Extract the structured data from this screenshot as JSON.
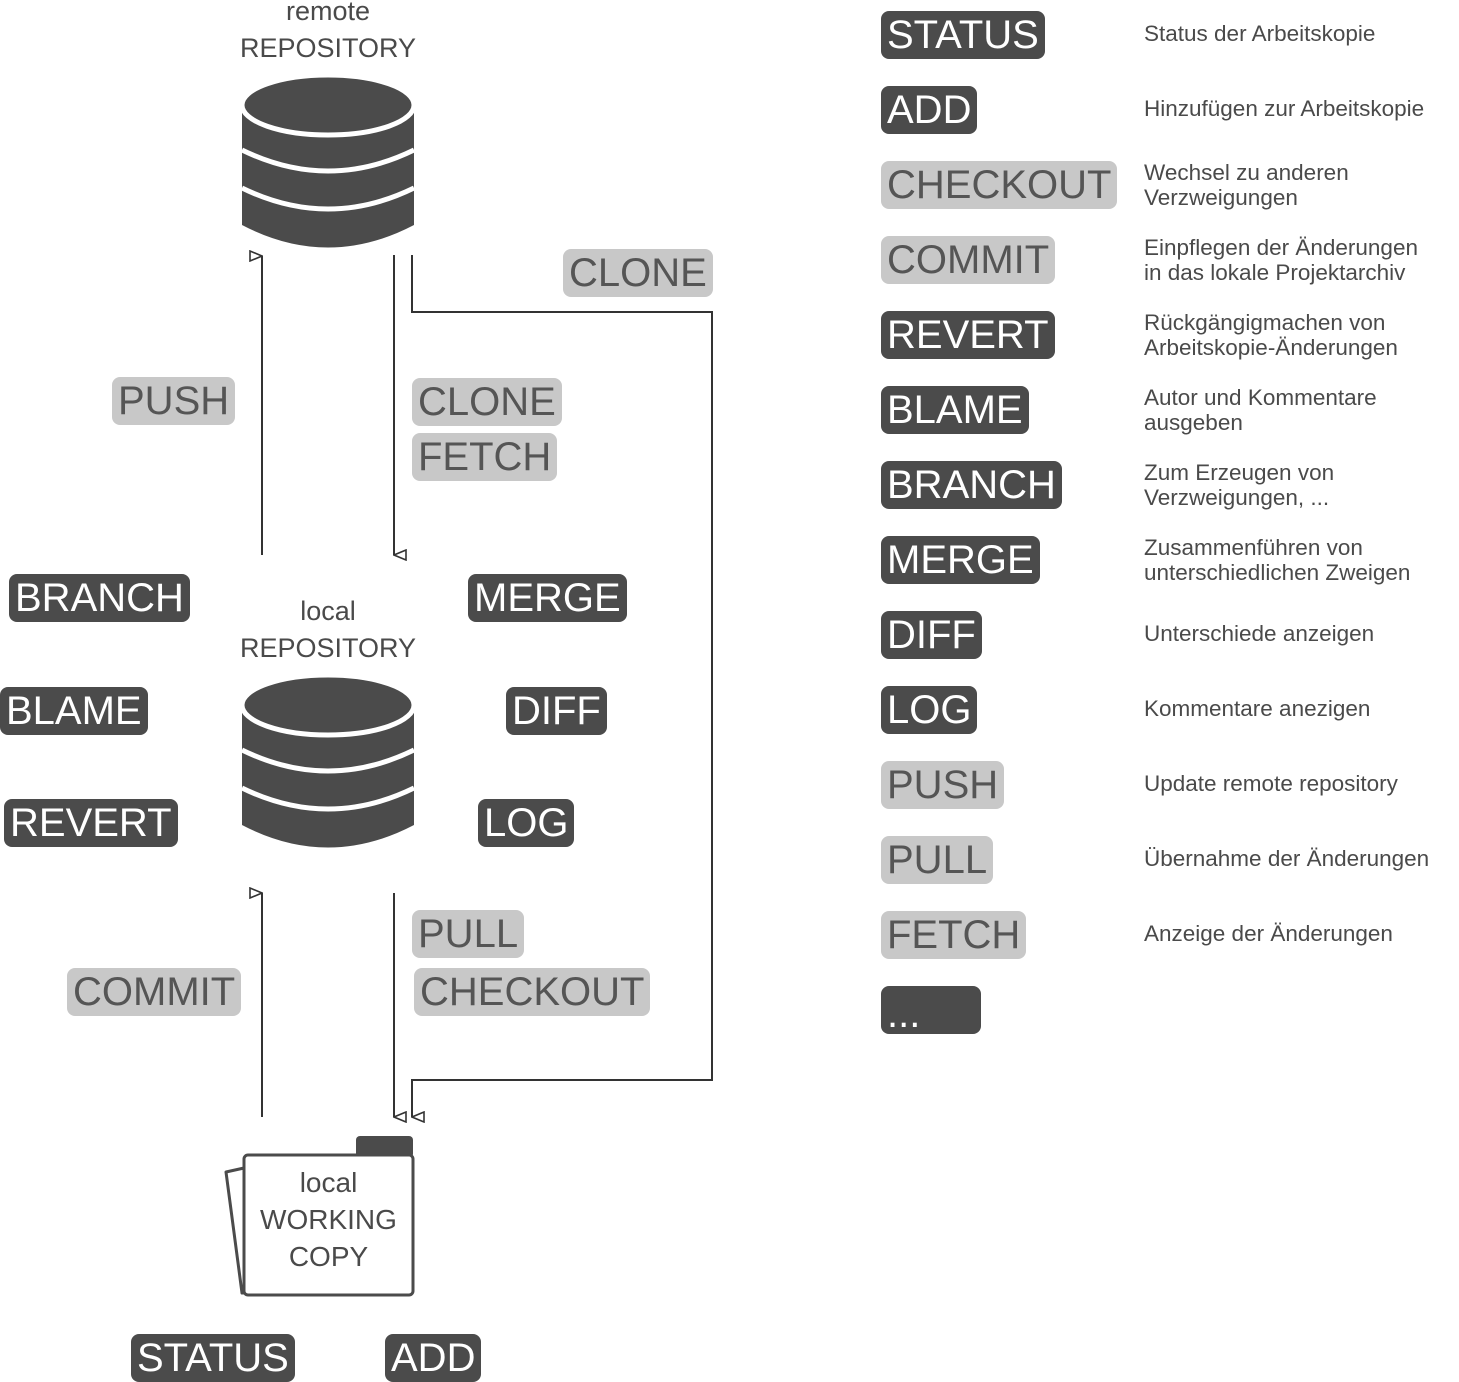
{
  "diagram": {
    "remote": {
      "line1": "remote",
      "line2": "REPOSITORY"
    },
    "local_repo": {
      "line1": "local",
      "line2": "REPOSITORY"
    },
    "working_copy": {
      "line1": "local",
      "line2": "WORKING",
      "line3": "COPY"
    },
    "labels": {
      "clone_top": "CLONE",
      "push": "PUSH",
      "clone": "CLONE",
      "fetch": "FETCH",
      "branch": "BRANCH",
      "merge": "MERGE",
      "blame": "BLAME",
      "diff": "DIFF",
      "revert": "REVERT",
      "log": "LOG",
      "pull": "PULL",
      "commit": "COMMIT",
      "checkout": "CHECKOUT",
      "status": "STATUS",
      "add": "ADD"
    },
    "colors": {
      "dark": "#4b4b4b",
      "light": "#c8c8c8",
      "line": "#333333"
    }
  },
  "legend": [
    {
      "cmd": "STATUS",
      "style": "dark",
      "desc1": "Status der Arbeitskopie",
      "desc2": ""
    },
    {
      "cmd": "ADD",
      "style": "dark",
      "desc1": "Hinzufügen zur Arbeitskopie",
      "desc2": ""
    },
    {
      "cmd": "CHECKOUT",
      "style": "light",
      "desc1": "Wechsel zu anderen",
      "desc2": "Verzweigungen"
    },
    {
      "cmd": "COMMIT",
      "style": "light",
      "desc1": "Einpflegen der Änderungen",
      "desc2": "in das lokale Projektarchiv"
    },
    {
      "cmd": "REVERT",
      "style": "dark",
      "desc1": "Rückgängigmachen von",
      "desc2": "Arbeitskopie-Änderungen"
    },
    {
      "cmd": "BLAME",
      "style": "dark",
      "desc1": "Autor und Kommentare",
      "desc2": "ausgeben"
    },
    {
      "cmd": "BRANCH",
      "style": "dark",
      "desc1": "Zum Erzeugen von",
      "desc2": "Verzweigungen, ..."
    },
    {
      "cmd": "MERGE",
      "style": "dark",
      "desc1": "Zusammenführen von",
      "desc2": "unterschiedlichen Zweigen"
    },
    {
      "cmd": "DIFF",
      "style": "dark",
      "desc1": "Unterschiede anzeigen",
      "desc2": ""
    },
    {
      "cmd": "LOG",
      "style": "dark",
      "desc1": "Kommentare anezigen",
      "desc2": ""
    },
    {
      "cmd": "PUSH",
      "style": "light",
      "desc1": "Update remote repository",
      "desc2": ""
    },
    {
      "cmd": "PULL",
      "style": "light",
      "desc1": "Übernahme der Änderungen",
      "desc2": ""
    },
    {
      "cmd": "FETCH",
      "style": "light",
      "desc1": "Anzeige der Änderungen",
      "desc2": ""
    },
    {
      "cmd": "...",
      "style": "dark",
      "desc1": "",
      "desc2": ""
    }
  ]
}
